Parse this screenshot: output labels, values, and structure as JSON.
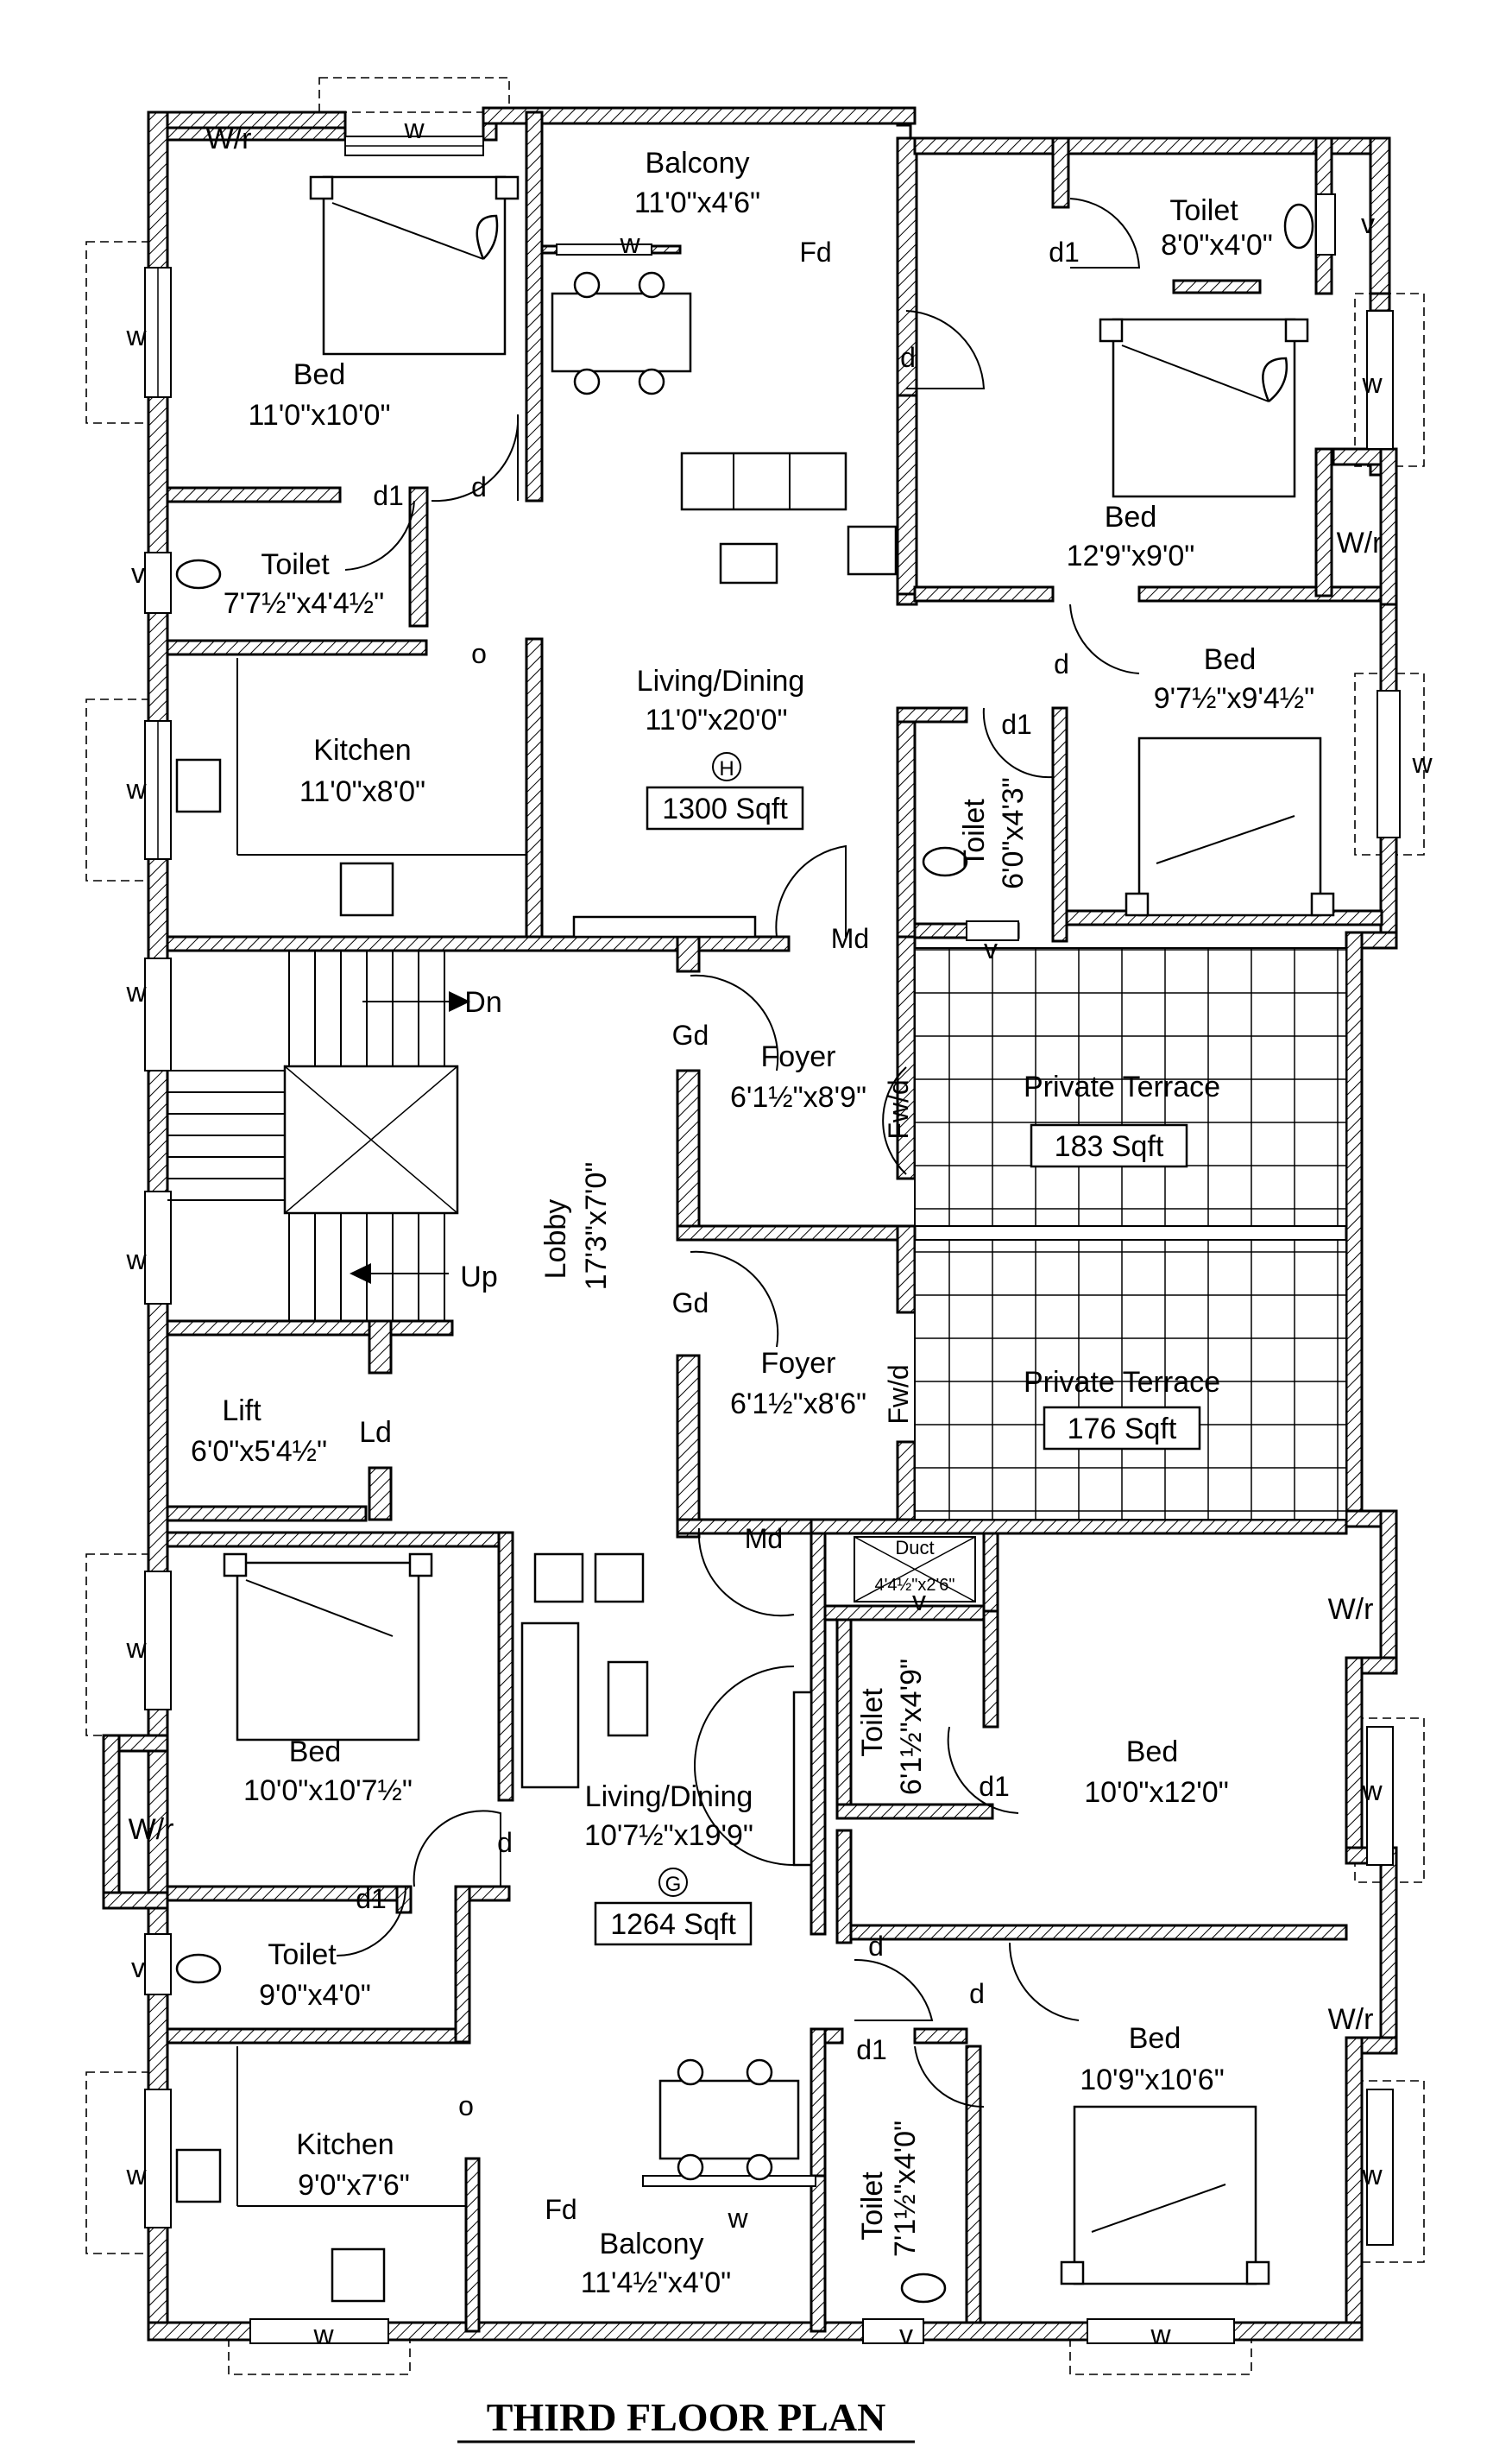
{
  "title": "THIRD FLOOR PLAN",
  "flat_h": {
    "badge": "H",
    "area": "1300 Sqft",
    "rooms": [
      {
        "id": "wr1",
        "name": "W/r",
        "size": ""
      },
      {
        "id": "bed1",
        "name": "Bed",
        "size": "11'0\"x10'0\""
      },
      {
        "id": "toilet1",
        "name": "Toilet",
        "size": "7'7½\"x4'4½\""
      },
      {
        "id": "kitchen1",
        "name": "Kitchen",
        "size": "11'0\"x8'0\""
      },
      {
        "id": "balcony1",
        "name": "Balcony",
        "size": "11'0\"x4'6\""
      },
      {
        "id": "living1",
        "name": "Living/Dining",
        "size": "11'0\"x20'0\""
      },
      {
        "id": "toilet2",
        "name": "Toilet",
        "size": "8'0\"x4'0\""
      },
      {
        "id": "bed2",
        "name": "Bed",
        "size": "12'9\"x9'0\""
      },
      {
        "id": "wr2",
        "name": "W/r",
        "size": ""
      },
      {
        "id": "bed3",
        "name": "Bed",
        "size": "9'7½\"x9'4½\""
      },
      {
        "id": "toilet3",
        "name": "Toilet",
        "size": "6'0\"x4'3\""
      }
    ]
  },
  "common": {
    "lobby": {
      "name": "Lobby",
      "size": "17'3\"x7'0\""
    },
    "lift": {
      "name": "Lift",
      "size": "6'0\"x5'4½\""
    },
    "lift_door": "Ld",
    "stairs_down": "Dn",
    "stairs_up": "Up",
    "foyer_top": {
      "name": "Foyer",
      "size": "6'1½\"x8'9\""
    },
    "foyer_bottom": {
      "name": "Foyer",
      "size": "6'1½\"x8'6\""
    },
    "terrace_top": {
      "name": "Private Terrace",
      "area": "183 Sqft"
    },
    "terrace_bottom": {
      "name": "Private Terrace",
      "area": "176 Sqft"
    },
    "duct": {
      "name": "Duct",
      "size": "4'4½\"x2'6\""
    }
  },
  "flat_g": {
    "badge": "G",
    "area": "1264 Sqft",
    "rooms": [
      {
        "id": "bed4",
        "name": "Bed",
        "size": "10'0\"x10'7½\""
      },
      {
        "id": "wr3",
        "name": "W/r",
        "size": ""
      },
      {
        "id": "toilet4",
        "name": "Toilet",
        "size": "9'0\"x4'0\""
      },
      {
        "id": "kitchen2",
        "name": "Kitchen",
        "size": "9'0\"x7'6\""
      },
      {
        "id": "living2",
        "name": "Living/Dining",
        "size": "10'7½\"x19'9\""
      },
      {
        "id": "balcony2",
        "name": "Balcony",
        "size": "11'4½\"x4'0\""
      },
      {
        "id": "toilet5",
        "name": "Toilet",
        "size": "6'1½\"x4'9\""
      },
      {
        "id": "bed5",
        "name": "Bed",
        "size": "10'0\"x12'0\""
      },
      {
        "id": "wr4",
        "name": "W/r",
        "size": ""
      },
      {
        "id": "bed6",
        "name": "Bed",
        "size": "10'9\"x10'6\""
      },
      {
        "id": "wr5",
        "name": "W/r",
        "size": ""
      },
      {
        "id": "toilet6",
        "name": "Toilet",
        "size": "7'1½\"x4'0\""
      }
    ]
  },
  "openings": {
    "window": "w",
    "ventilator": "v",
    "door": "d",
    "door_small": "d1",
    "french_door": "Fd",
    "main_door": "Md",
    "grill_door": "Gd",
    "french_window_door": "Fw/d",
    "opening": "o"
  }
}
